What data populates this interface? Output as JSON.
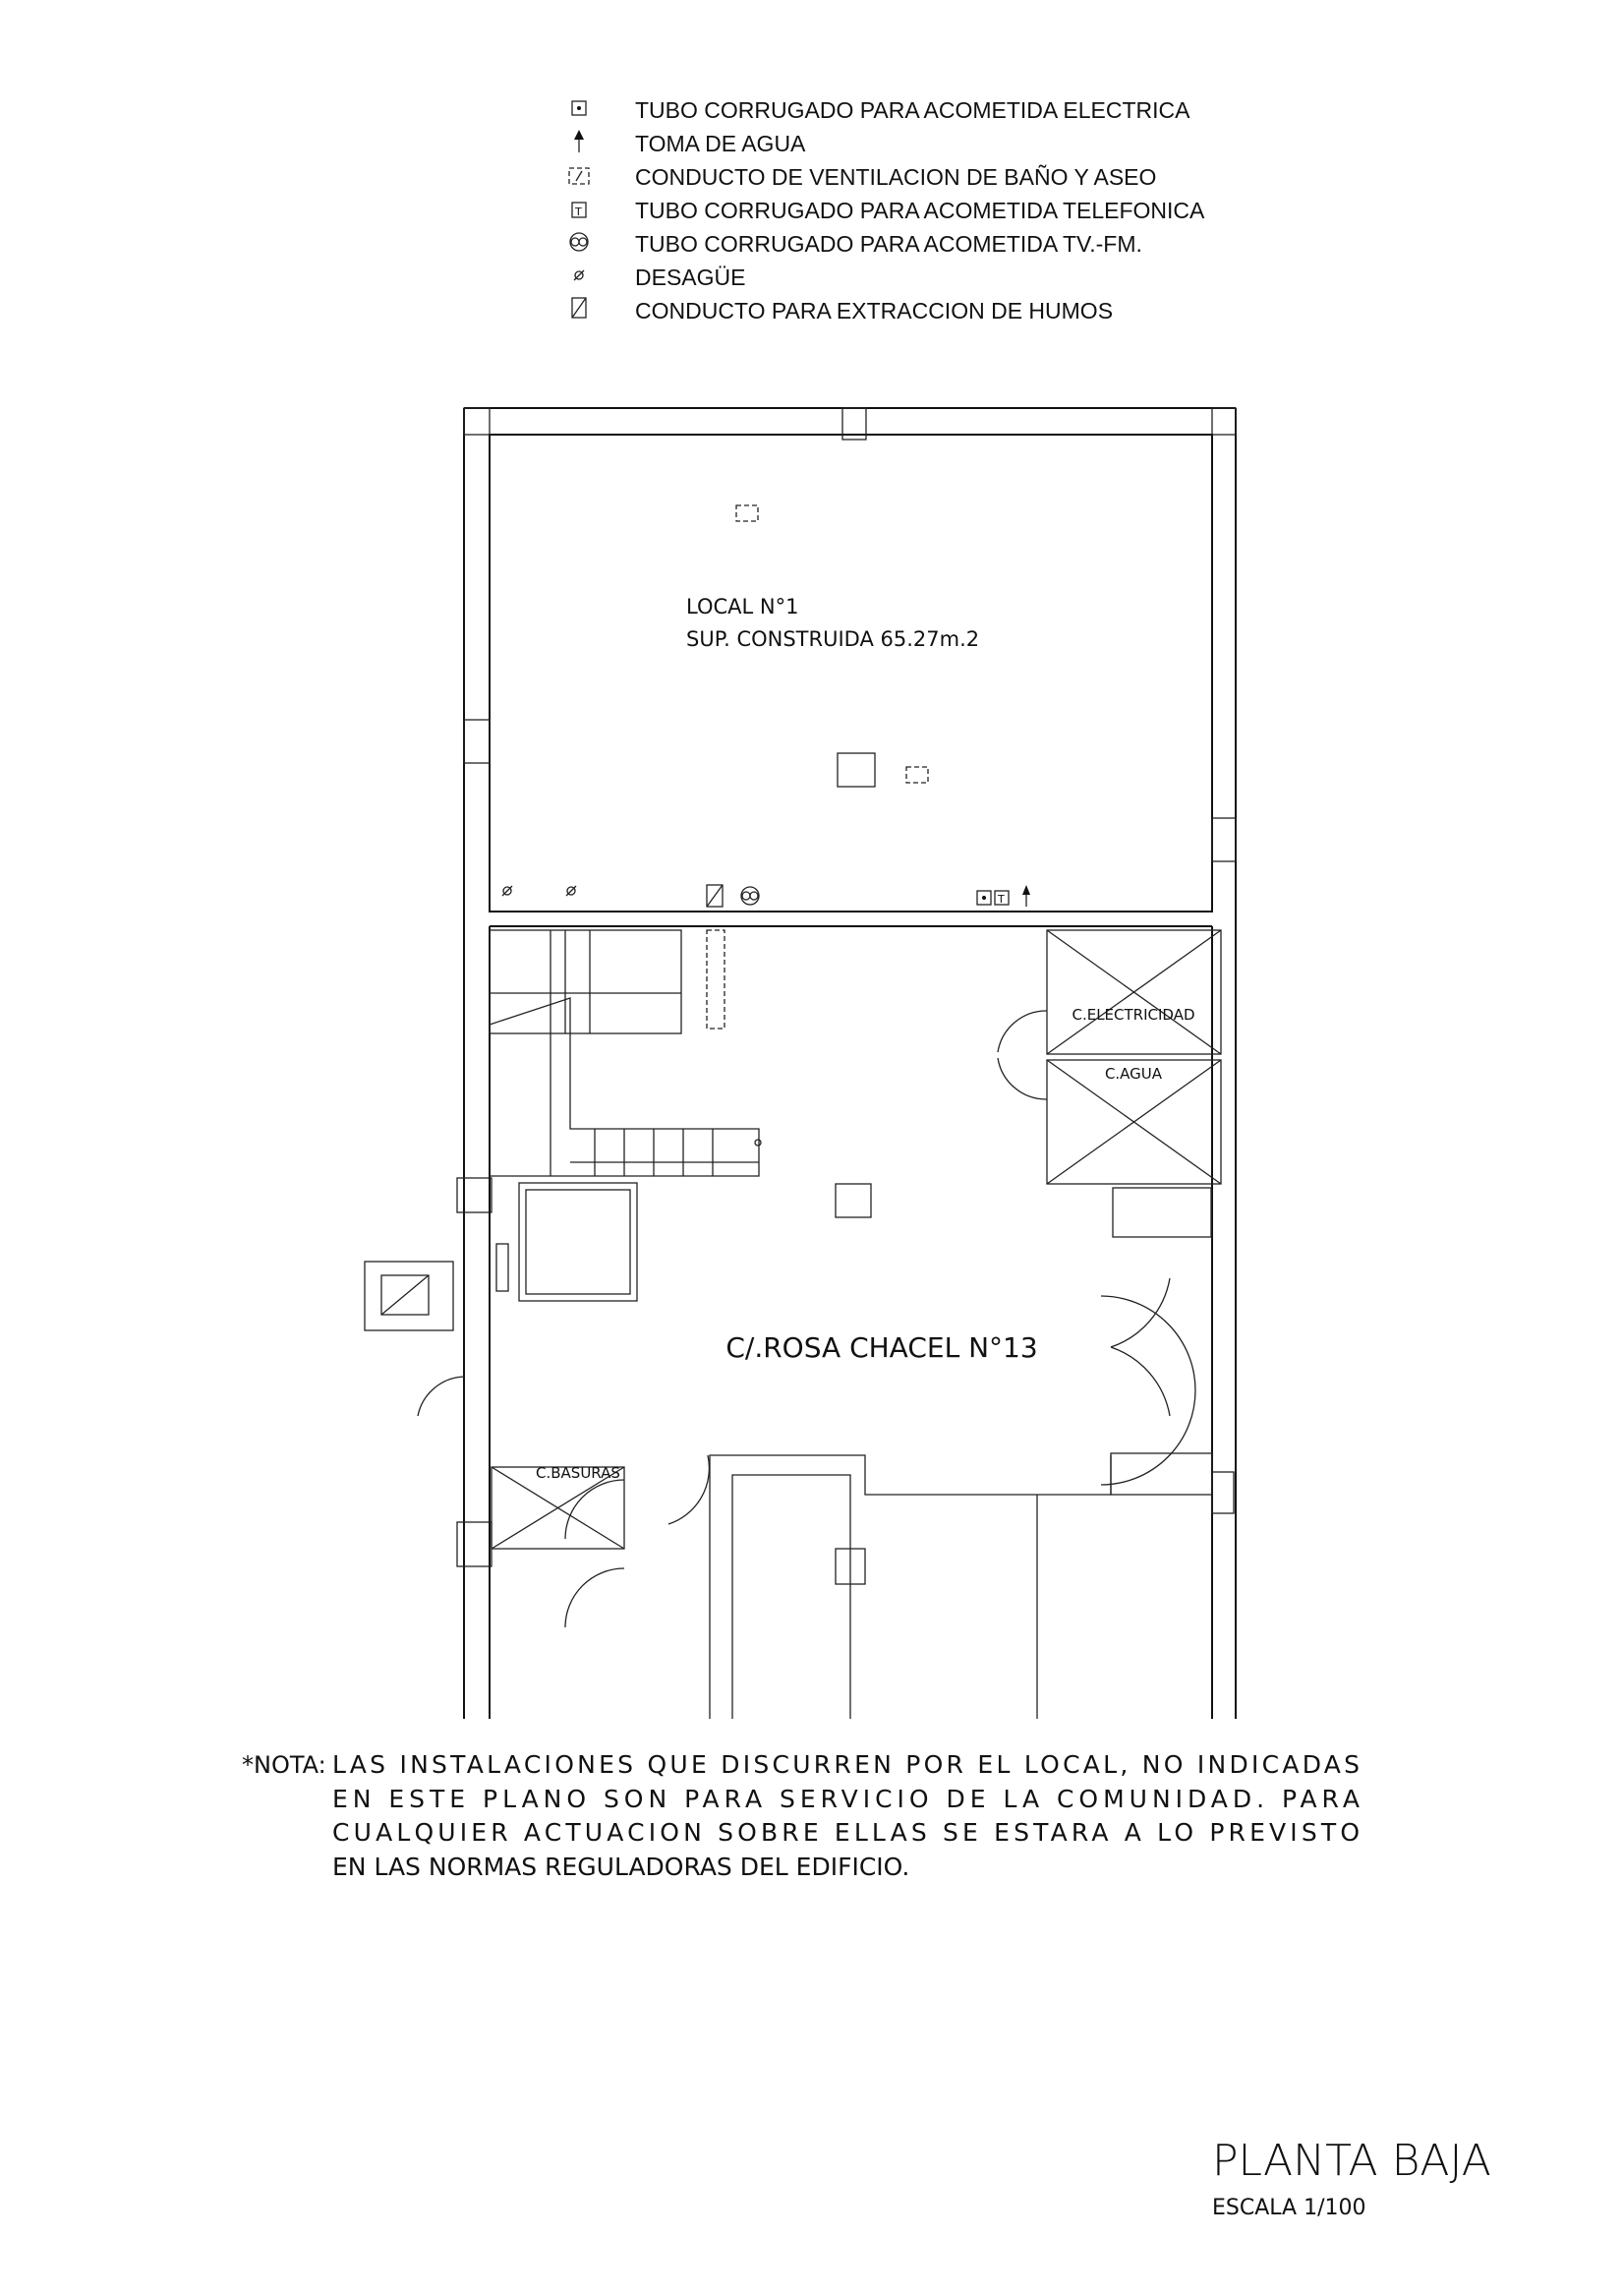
{
  "legend": [
    {
      "icon": "electric-conduit-icon",
      "label": "TUBO CORRUGADO PARA ACOMETIDA ELECTRICA"
    },
    {
      "icon": "water-intake-arrow-icon",
      "label": "TOMA DE AGUA"
    },
    {
      "icon": "ventilation-duct-icon",
      "label": "CONDUCTO DE VENTILACION DE BAÑO Y ASEO"
    },
    {
      "icon": "telephone-conduit-icon",
      "label": "TUBO CORRUGADO PARA ACOMETIDA TELEFONICA"
    },
    {
      "icon": "tv-fm-conduit-icon",
      "label": "TUBO CORRUGADO PARA ACOMETIDA TV.-FM."
    },
    {
      "icon": "drain-icon",
      "label": "DESAGÜE"
    },
    {
      "icon": "smoke-extraction-icon",
      "label": "CONDUCTO PARA EXTRACCION DE HUMOS"
    }
  ],
  "plan": {
    "local_name": "LOCAL N°1",
    "local_area": "SUP. CONSTRUIDA 65.27m.2",
    "room_electricity": "C.ELECTRICIDAD",
    "room_water": "C.AGUA",
    "room_garbage": "C.BASURAS",
    "address": "C/.ROSA CHACEL N°13",
    "telephone_symbol": "T"
  },
  "note": {
    "prefix": "*NOTA:",
    "lines": [
      "LAS INSTALACIONES QUE DISCURREN POR EL LOCAL, NO INDICADAS",
      "EN ESTE PLANO SON PARA SERVICIO DE LA COMUNIDAD. PARA",
      "CUALQUIER ACTUACION SOBRE ELLAS SE ESTARA A LO PREVISTO",
      "EN LAS NORMAS REGULADORAS DEL EDIFICIO."
    ]
  },
  "title": {
    "name": "PLANTA BAJA",
    "scale": "ESCALA 1/100"
  }
}
